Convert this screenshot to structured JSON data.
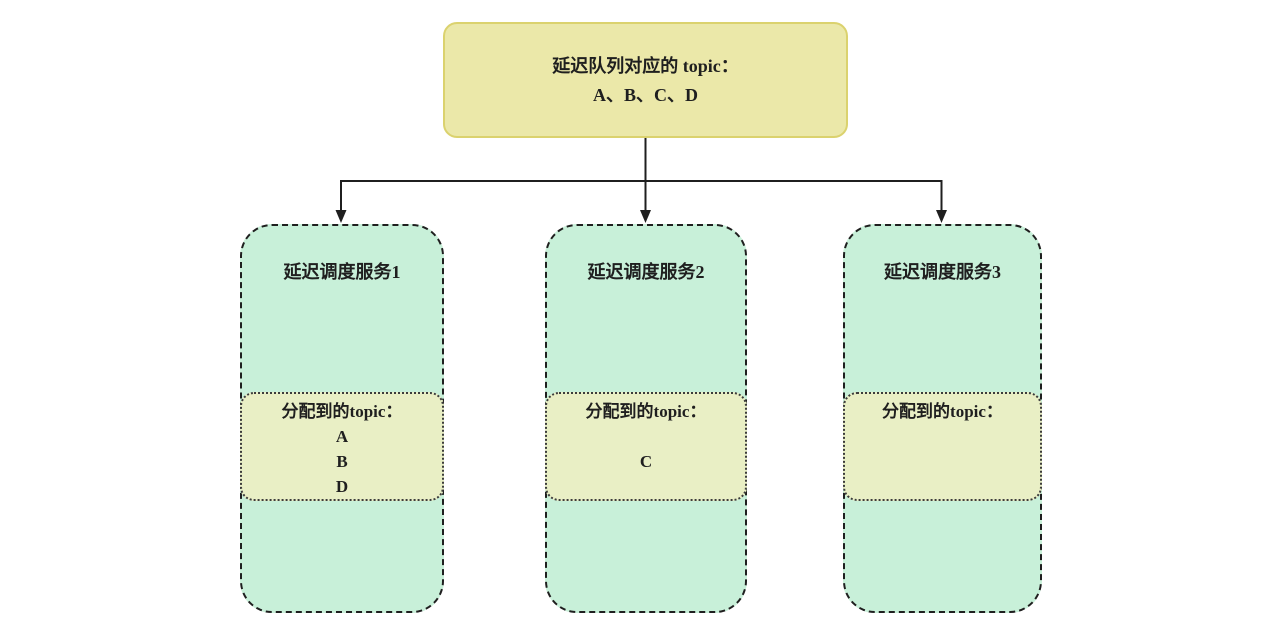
{
  "diagram": {
    "root": {
      "line1": "延迟队列对应的 topic：",
      "line2": "A、B、C、D"
    },
    "services": [
      {
        "title": "延迟调度服务1",
        "assigned_label": "分配到的topic：",
        "topic_lines": [
          "A",
          "B",
          "D"
        ]
      },
      {
        "title": "延迟调度服务2",
        "assigned_label": "分配到的topic：",
        "topic_lines": [
          "",
          "C"
        ]
      },
      {
        "title": "延迟调度服务3",
        "assigned_label": "分配到的topic：",
        "topic_lines": []
      }
    ],
    "colors": {
      "root_fill": "#ebe8a9",
      "root_border": "#dbd26e",
      "service_fill": "#c8f0d9",
      "service_border": "#1f1f1f",
      "assigned_fill": "#e9efc5",
      "assigned_border": "#3c3c3c",
      "connector": "#1f1f1f",
      "text": "#1f1f1f"
    }
  }
}
